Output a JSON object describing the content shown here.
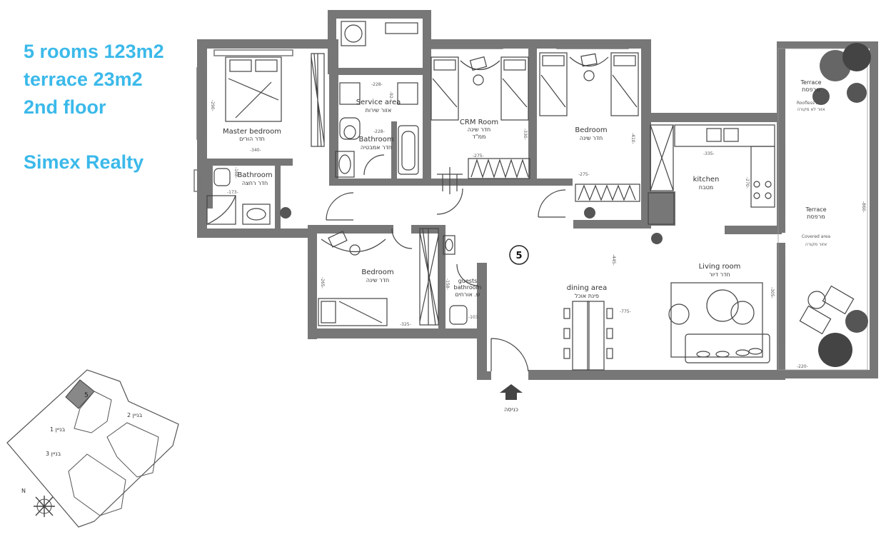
{
  "header": {
    "line1": "5 rooms 123m2",
    "line2": "terrace 23m2",
    "line3": "2nd floor",
    "company": "Simex Realty",
    "text_color": "#3bb9ea"
  },
  "plan": {
    "wall_color": "#777777",
    "unit_number": "5",
    "entrance_label": "כניסה",
    "rooms": {
      "master_bedroom": {
        "en": "Master bedroom",
        "he": "חדר הורים"
      },
      "bathroom_master": {
        "en": "Bathroom",
        "he": "חדר רחצה"
      },
      "service_area": {
        "en": "Service area",
        "he": "אזור שירות"
      },
      "bathroom": {
        "en": "Bathroom",
        "he": "חדר אמבטיה"
      },
      "crm_room": {
        "en": "CRM Room",
        "he1": "חדר שינה",
        "he2": "ממ\"ד"
      },
      "bedroom_top": {
        "en": "Bedroom",
        "he": "חדר שינה"
      },
      "kitchen": {
        "en": "kitchen",
        "he": "מטבח"
      },
      "terrace_top": {
        "en": "Terrace",
        "he": "מרפסת",
        "sub_en": "Roofless area",
        "sub_he": "אזור לא מקורה"
      },
      "terrace_main": {
        "en": "Terrace",
        "he": "מרפסת",
        "sub_en": "Covered area",
        "sub_he": "אזור מקורה"
      },
      "bedroom_lower": {
        "en": "Bedroom",
        "he": "חדר שינה"
      },
      "guests_bathroom": {
        "en1": "guests",
        "en2": "bathroom",
        "he": "ש. אורחים"
      },
      "dining_area": {
        "en": "dining area",
        "he": "פינת אוכל"
      },
      "living_room": {
        "en": "Living room",
        "he": "חדר דיור"
      }
    },
    "dimensions": {
      "d290": "-290-",
      "d228a": "-228-",
      "d92": "-92-",
      "d228b": "-228-",
      "d340": "-340-",
      "d168": "-168-",
      "d173": "-173-",
      "d275a": "-275-",
      "d330": "-330-",
      "d275b": "-275-",
      "d410": "-410-",
      "d335": "-335-",
      "d270": "-270-",
      "d265": "-265-",
      "d325": "-325-",
      "d158": "-158-",
      "d103": "-103-",
      "d445": "-445-",
      "d775": "-775-",
      "d305": "-305-",
      "d220": "-220-",
      "d860": "-860-"
    }
  },
  "site_plan": {
    "unit_number": "5",
    "building1": "בניין 1",
    "building2": "בניין 2",
    "building3": "בניין 3",
    "north_label": "N"
  }
}
